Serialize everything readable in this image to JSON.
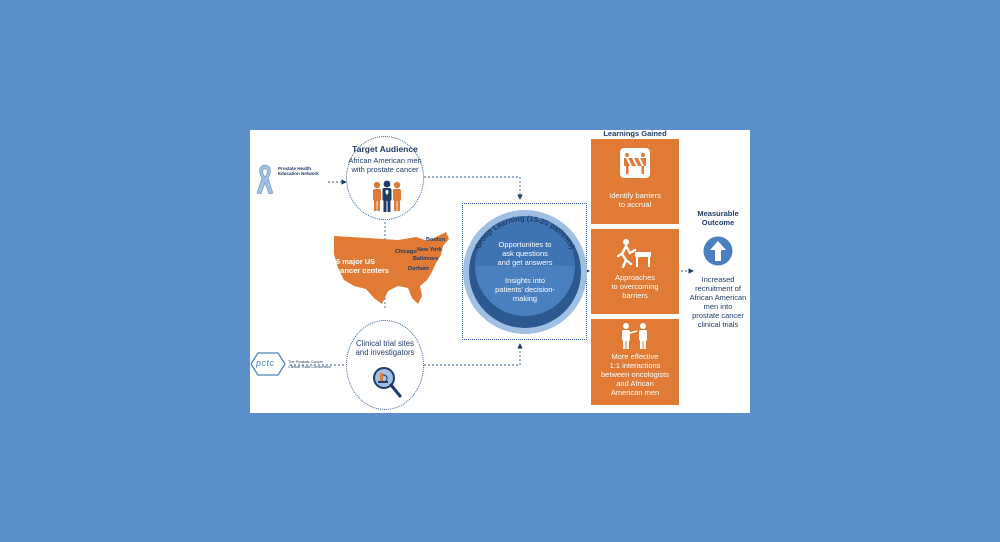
{
  "diagram": {
    "target": {
      "title": "Target Audience",
      "line1": "African American men",
      "line2": "with prostate cancer"
    },
    "pcn": {
      "line1": "Prostate Health",
      "line2": "Education Network"
    },
    "pctc": {
      "logo": "pctc",
      "line1": "The Prostate Cancer",
      "line2": "Clinical Trials Consortium"
    },
    "us": {
      "line1": "6 major US",
      "line2": "cancer centers",
      "cities": [
        "Boston",
        "New York",
        "Chicago",
        "Baltimore",
        "Durham"
      ]
    },
    "clinical": {
      "line1": "Clinical trial sites",
      "line2": "and investigators"
    },
    "group_learning": {
      "title": "Group Learning (15-20 patients)",
      "top1": "Opportunities to",
      "top2": "ask questions",
      "top3": "and get answers",
      "bot1": "Insights into",
      "bot2": "patients’ decision-",
      "bot3": "making"
    },
    "learnings": {
      "title": "Learnings Gained",
      "box1": [
        "Identify barriers",
        "to accrual"
      ],
      "box2": [
        "Approaches",
        "to overcoming",
        "barriers"
      ],
      "box3": [
        "More effective",
        "1:1 interactions",
        "between oncologists",
        "and African",
        "American men"
      ]
    },
    "outcome": {
      "title1": "Measurable",
      "title2": "Outcome",
      "lines": [
        "Increased",
        "recruitment of",
        "African American",
        "men into",
        "prostate cancer",
        "clinical trials"
      ]
    },
    "colors": {
      "background": "#5a8fcb",
      "orange": "#e07a35",
      "navy": "#1f3c66",
      "blue": "#4a7fc0",
      "light_blue": "#9fbfe3"
    }
  }
}
